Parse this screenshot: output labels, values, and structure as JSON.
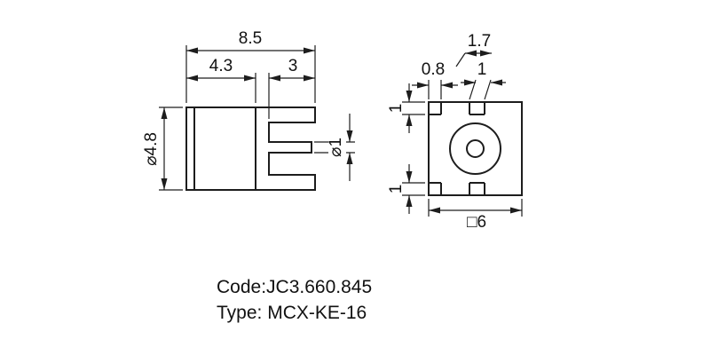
{
  "drawing": {
    "background": "#ffffff",
    "line_color": "#1d1d1d",
    "side_view": {
      "dims": {
        "overall_length": "8.5",
        "body_length": "4.3",
        "legs_length": "3",
        "body_diameter": "⌀4.8",
        "pin_diameter": "⌀1"
      }
    },
    "front_view": {
      "dims": {
        "pad_width": "0.8",
        "slot_width": "1.7",
        "tab_width": "1",
        "top_pad_height": "1",
        "bottom_pad_height": "1",
        "body_width": "□6"
      }
    },
    "labels": {
      "code": "Code:JC3.660.845",
      "type": "Type: MCX-KE-16"
    }
  }
}
